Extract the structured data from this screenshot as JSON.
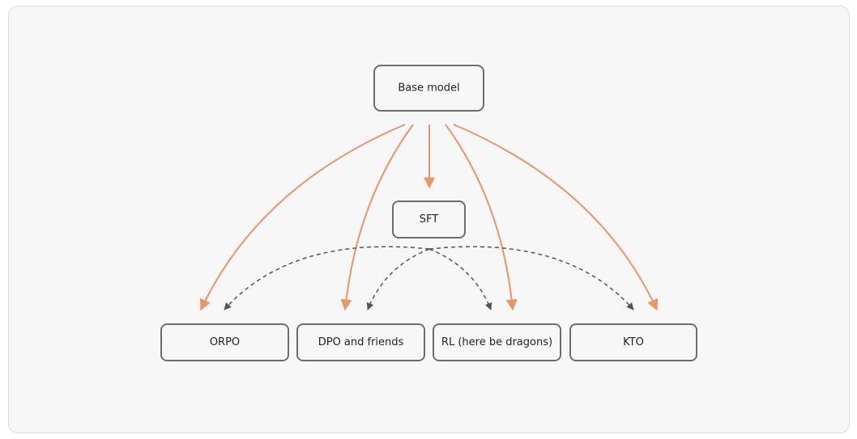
{
  "diagram": {
    "nodes": [
      {
        "id": "base",
        "label": "Base model"
      },
      {
        "id": "sft",
        "label": "SFT"
      },
      {
        "id": "orpo",
        "label": "ORPO"
      },
      {
        "id": "dpo",
        "label": "DPO and friends"
      },
      {
        "id": "rl",
        "label": "RL (here be dragons)"
      },
      {
        "id": "kto",
        "label": "KTO"
      }
    ],
    "edges": [
      {
        "from": "base",
        "to": "orpo",
        "style": "solid"
      },
      {
        "from": "base",
        "to": "dpo",
        "style": "solid"
      },
      {
        "from": "base",
        "to": "sft",
        "style": "solid"
      },
      {
        "from": "base",
        "to": "rl",
        "style": "solid"
      },
      {
        "from": "base",
        "to": "kto",
        "style": "solid"
      },
      {
        "from": "sft",
        "to": "orpo",
        "style": "dashed"
      },
      {
        "from": "sft",
        "to": "dpo",
        "style": "dashed"
      },
      {
        "from": "sft",
        "to": "rl",
        "style": "dashed"
      },
      {
        "from": "sft",
        "to": "kto",
        "style": "dashed"
      }
    ],
    "colors": {
      "solid_edge": "#e8956a",
      "dashed_edge": "#555555",
      "node_border": "#6e6e6e"
    }
  }
}
